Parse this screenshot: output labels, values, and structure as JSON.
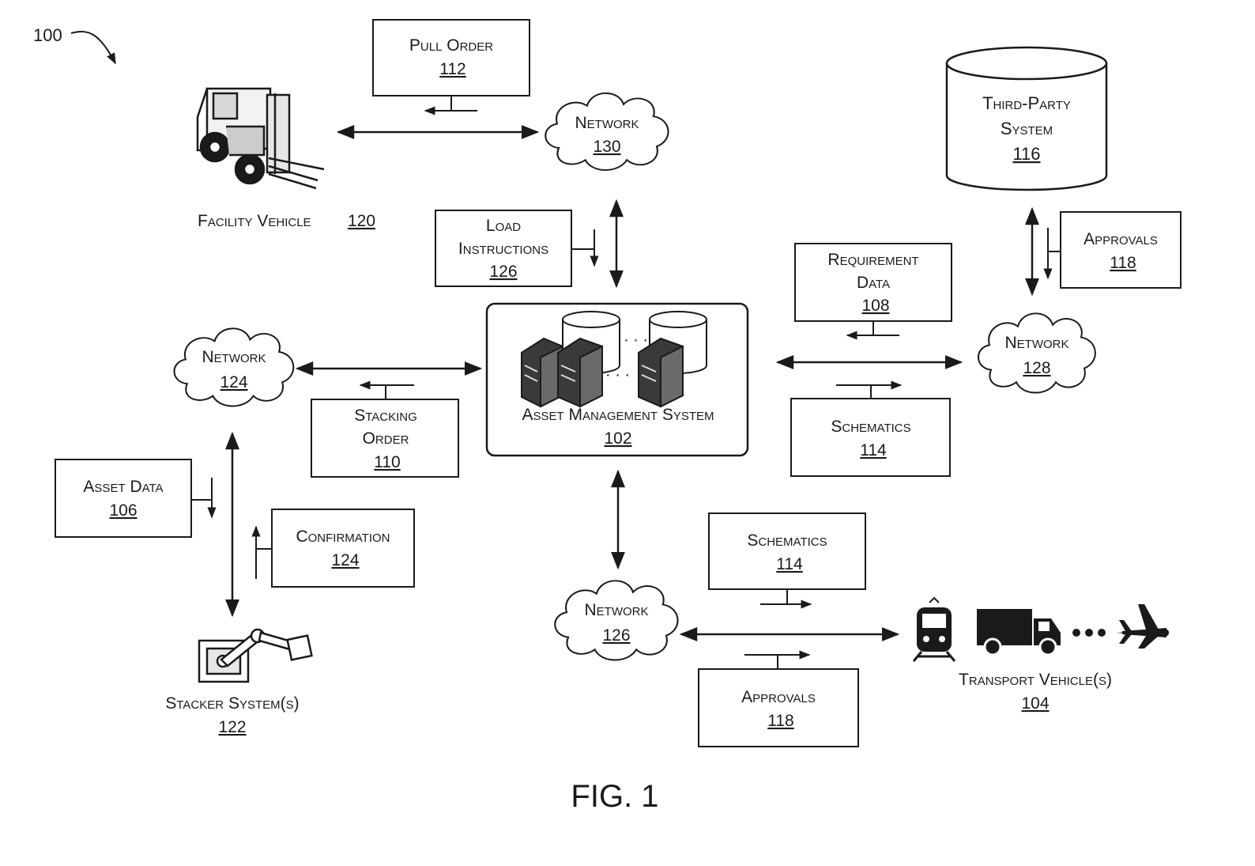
{
  "figure": {
    "ref": "100",
    "caption": "FIG. 1"
  },
  "nodes": {
    "asset_management": {
      "label": "Asset Management System",
      "num": "102"
    },
    "facility_vehicle": {
      "label": "Facility Vehicle",
      "num": "120"
    },
    "third_party": {
      "label_line1": "Third-Party",
      "label_line2": "System",
      "num": "116"
    },
    "stacker": {
      "label": "Stacker System(s)",
      "num": "122"
    },
    "transport": {
      "label": "Transport Vehicle(s)",
      "num": "104"
    },
    "network_130": {
      "label": "Network",
      "num": "130"
    },
    "network_124": {
      "label": "Network",
      "num": "124"
    },
    "network_128": {
      "label": "Network",
      "num": "128"
    },
    "network_126": {
      "label": "Network",
      "num": "126"
    }
  },
  "messages": {
    "pull_order": {
      "line1": "Pull Order",
      "num": "112"
    },
    "load_instructions": {
      "line1": "Load",
      "line2": "Instructions",
      "num": "126"
    },
    "requirement_data": {
      "line1": "Requirement",
      "line2": "Data",
      "num": "108"
    },
    "approvals_top": {
      "line1": "Approvals",
      "num": "118"
    },
    "stacking_order": {
      "line1": "Stacking",
      "line2": "Order",
      "num": "110"
    },
    "schematics_right": {
      "line1": "Schematics",
      "num": "114"
    },
    "asset_data": {
      "line1": "Asset Data",
      "num": "106"
    },
    "confirmation": {
      "line1": "Confirmation",
      "num": "124"
    },
    "schematics_bottom": {
      "line1": "Schematics",
      "num": "114"
    },
    "approvals_bottom": {
      "line1": "Approvals",
      "num": "118"
    }
  },
  "icons": [
    "forklift-icon",
    "server-icon",
    "database-icon",
    "robot-arm-icon",
    "train-icon",
    "truck-icon",
    "airplane-icon",
    "cloud-icon"
  ]
}
